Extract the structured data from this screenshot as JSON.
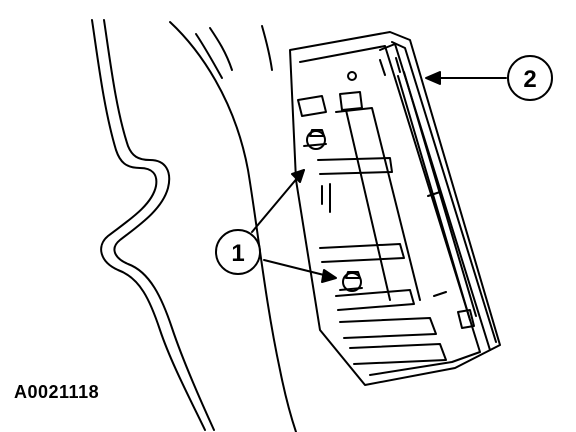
{
  "figure": {
    "identifier": "A0021118",
    "callouts": [
      {
        "label": "1"
      },
      {
        "label": "2"
      }
    ]
  },
  "colors": {
    "line": "#000000",
    "background": "#ffffff"
  }
}
